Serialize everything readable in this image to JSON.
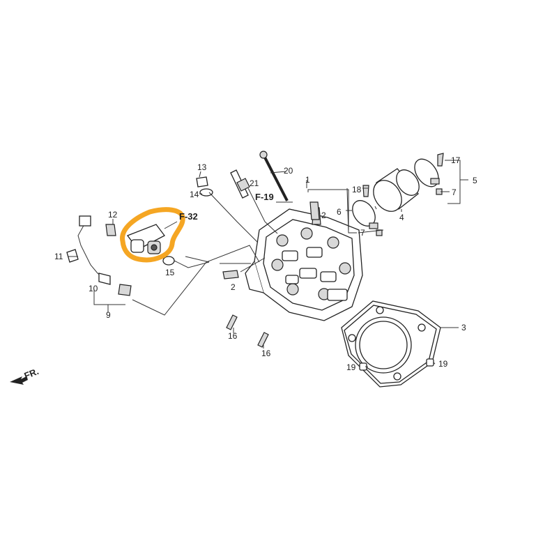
{
  "callouts": {
    "c1": "1",
    "c2a": "2",
    "c2b": "2",
    "c3": "3",
    "c4": "4",
    "c5": "5",
    "c6": "6",
    "c7a": "7",
    "c7b": "7",
    "c9": "9",
    "c10": "10",
    "c11": "11",
    "c12": "12",
    "c13": "13",
    "c14": "14",
    "c15": "15",
    "c16a": "16",
    "c16b": "16",
    "c17": "17",
    "c18": "18",
    "c19a": "19",
    "c19b": "19",
    "c20": "20",
    "c21": "21"
  },
  "refs": {
    "f19": "F-19",
    "f32": "F-32"
  },
  "front_marker": "FR.",
  "highlight_color": "#f5a623",
  "icons": [
    "front-direction-arrow-icon"
  ]
}
